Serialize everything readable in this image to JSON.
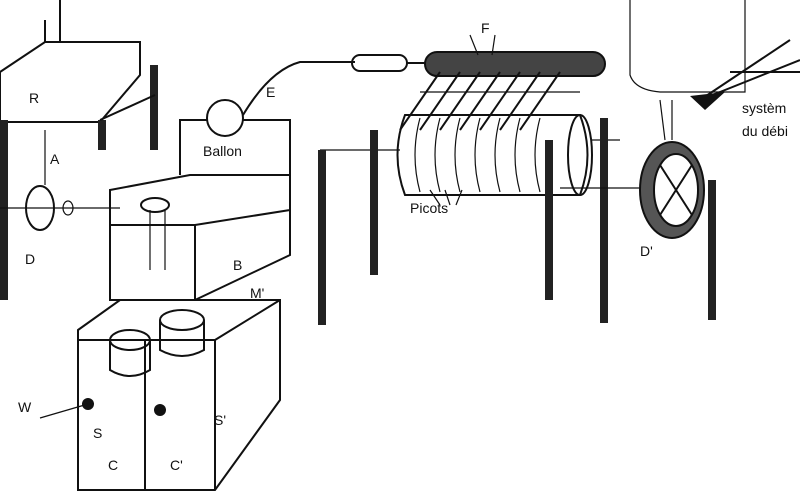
{
  "labels": {
    "R": "R",
    "A": "A",
    "D": "D",
    "ballon": "Ballon",
    "E": "E",
    "F": "F",
    "picots": "Picots",
    "B": "B",
    "M_prime": "M'",
    "W": "W",
    "S": "S",
    "C": "C",
    "C_prime": "C'",
    "S_prime": "S'",
    "D_prime": "D'",
    "systeme_line1": "systèm",
    "systeme_line2": "du débi"
  }
}
